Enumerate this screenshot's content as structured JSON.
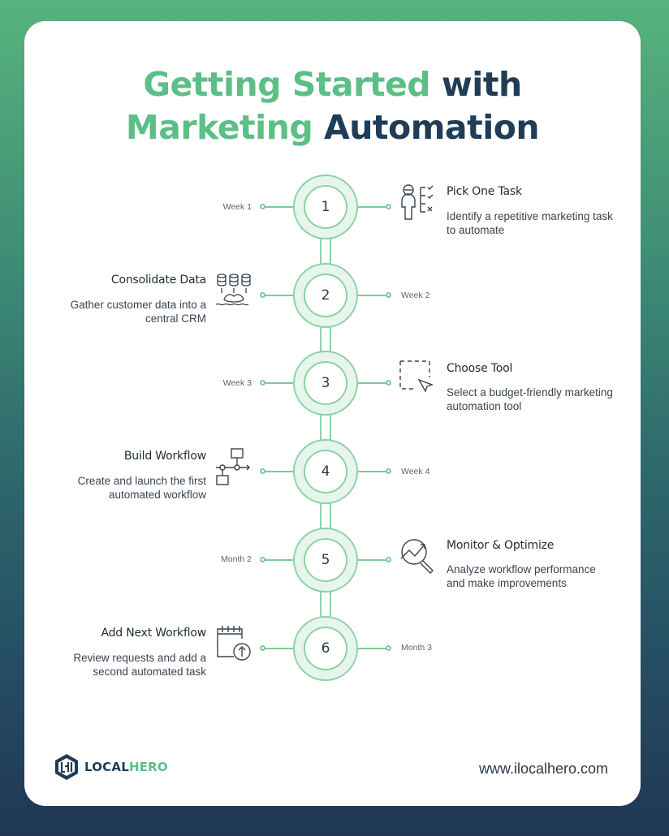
{
  "title": {
    "line1_green": "Getting Started ",
    "line1_dark": "with",
    "line2_green": "Marketing ",
    "line2_dark": "Automation"
  },
  "steps": [
    {
      "number": "1",
      "time": "Week 1",
      "title": "Pick One Task",
      "desc": "Identify a repetitive marketing task to automate",
      "icon": "task-checklist-icon"
    },
    {
      "number": "2",
      "time": "Week 2",
      "title": "Consolidate Data",
      "desc": "Gather customer data into a central CRM",
      "icon": "database-consolidate-icon"
    },
    {
      "number": "3",
      "time": "Week 3",
      "title": "Choose Tool",
      "desc": "Select a budget-friendly marketing automation tool",
      "icon": "cursor-select-icon"
    },
    {
      "number": "4",
      "time": "Week 4",
      "title": "Build Workflow",
      "desc": "Create and launch the first automated workflow",
      "icon": "workflow-icon"
    },
    {
      "number": "5",
      "time": "Month 2",
      "title": "Monitor & Optimize",
      "desc": "Analyze workflow performance and make improvements",
      "icon": "analytics-magnifier-icon"
    },
    {
      "number": "6",
      "time": "Month 3",
      "title": "Add Next Workflow",
      "desc": "Review requests and add a second automated task",
      "icon": "calendar-upload-icon"
    }
  ],
  "brand": {
    "logo_part1": "LOCAL",
    "logo_part2": "HERO",
    "website": "www.ilocalhero.com"
  },
  "colors": {
    "accent_green": "#5cbf86",
    "dark_navy": "#1f3d56",
    "line_green": "#7ccb96"
  }
}
